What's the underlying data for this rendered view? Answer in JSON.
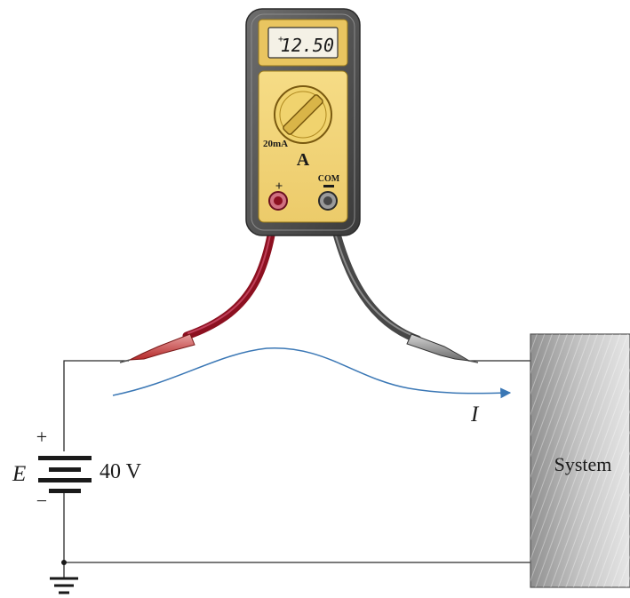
{
  "meter": {
    "display": "12.50",
    "display_sign": "+",
    "range_label": "20mA",
    "function_label": "A",
    "plus_terminal": "+",
    "com_terminal": "COM",
    "com_minus": "−"
  },
  "battery": {
    "symbol": "E",
    "value": "40 V",
    "plus": "+",
    "minus": "−"
  },
  "current": {
    "symbol": "I"
  },
  "load": {
    "label": "System"
  }
}
